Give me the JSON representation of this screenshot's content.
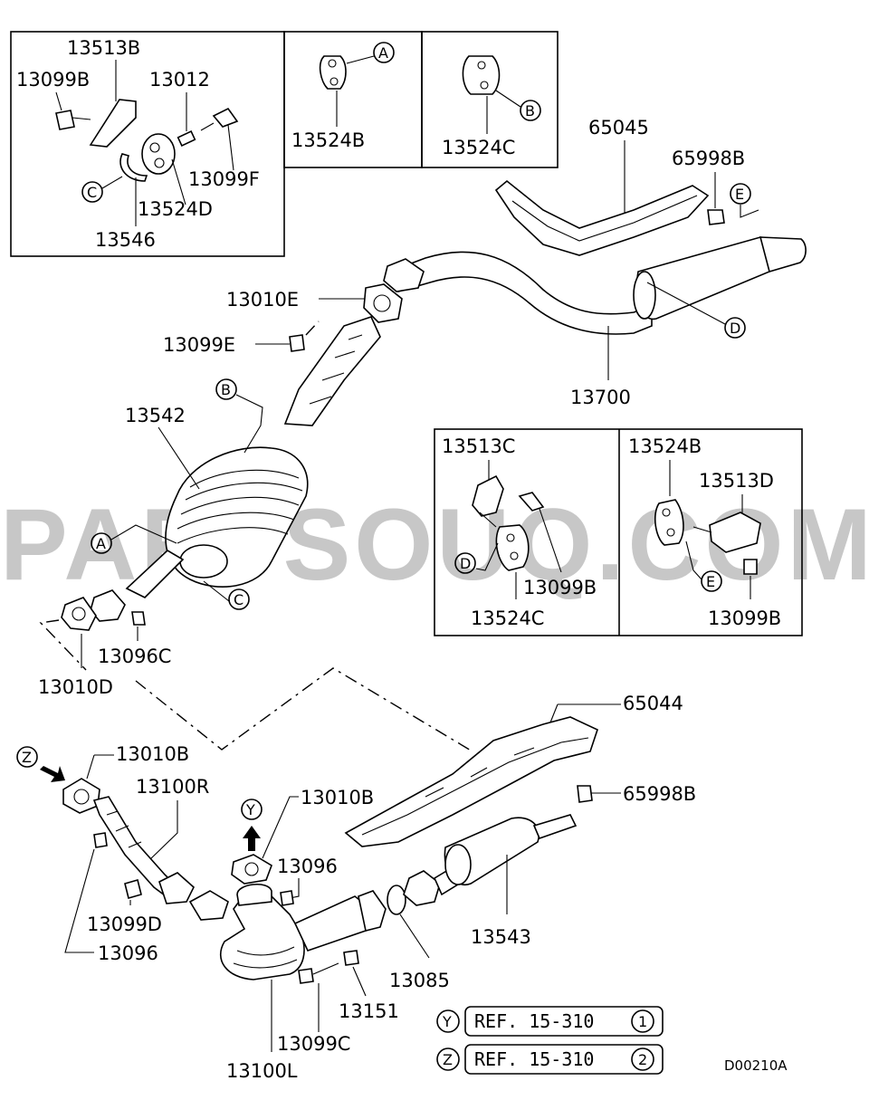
{
  "diagram_code": "D00210A",
  "watermark": "PARTSOUQ.COM",
  "circle_markers": [
    "A",
    "B",
    "C",
    "D",
    "E",
    "Y",
    "Z"
  ],
  "parts": [
    "13513B",
    "13099B",
    "13012",
    "13099F",
    "13524D",
    "13546",
    "13524B",
    "13524C",
    "65045",
    "65998B",
    "13010E",
    "13099E",
    "13700",
    "13542",
    "13096C",
    "13010D",
    "13513C",
    "13513D",
    "65044",
    "13010B",
    "13100R",
    "13096",
    "13099D",
    "13085",
    "13543",
    "13151",
    "13099C",
    "13100L"
  ],
  "labels": {
    "p13513B": "13513B",
    "p13099B_a": "13099B",
    "p13012": "13012",
    "p13099F": "13099F",
    "p13524D": "13524D",
    "p13546": "13546",
    "p13524B_a": "13524B",
    "p13524C_a": "13524C",
    "p65045": "65045",
    "p65998B_a": "65998B",
    "p13010E": "13010E",
    "p13099E": "13099E",
    "p13700": "13700",
    "p13542": "13542",
    "p13096C": "13096C",
    "p13010D": "13010D",
    "p13513C": "13513C",
    "p13099B_b": "13099B",
    "p13524C_b": "13524C",
    "p13524B_b": "13524B",
    "p13513D": "13513D",
    "p13099B_c": "13099B",
    "p65044": "65044",
    "p65998B_b": "65998B",
    "p13010B_a": "13010B",
    "p13100R": "13100R",
    "p13010B_b": "13010B",
    "p13096_a": "13096",
    "p13099D": "13099D",
    "p13096_b": "13096",
    "p13543": "13543",
    "p13085": "13085",
    "p13151": "13151",
    "p13099C": "13099C",
    "p13100L": "13100L"
  },
  "markers": {
    "A": "A",
    "B": "B",
    "C": "C",
    "D": "D",
    "E": "E",
    "Y": "Y",
    "Z": "Z",
    "ref_num_1": "1",
    "ref_num_2": "2"
  },
  "references": [
    {
      "marker": "Y",
      "text": "REF. 15-310",
      "number": "1"
    },
    {
      "marker": "Z",
      "text": "REF. 15-310",
      "number": "2"
    }
  ]
}
